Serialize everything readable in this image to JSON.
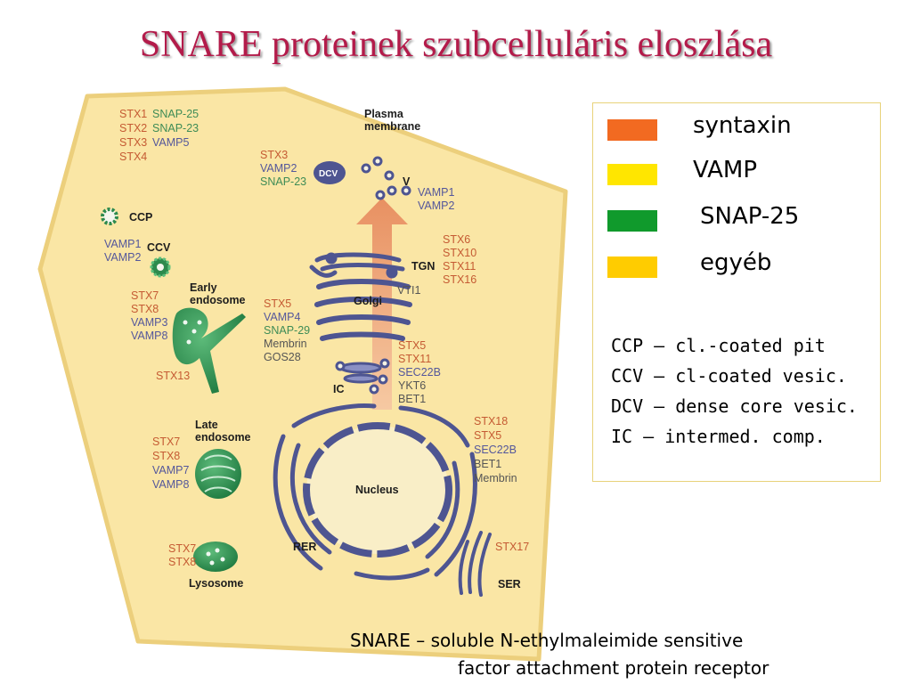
{
  "title": "SNARE proteinek szubcelluláris eloszlása",
  "colors": {
    "syntaxin": "#c55b33",
    "vamp": "#54579b",
    "snap25": "#3e8c56",
    "other": "#555555",
    "cell_fill": "#fae6a5"
  },
  "diagram": {
    "top_left_list": [
      {
        "text": "STX1",
        "cls": "syntaxin"
      },
      {
        "text": "SNAP-25",
        "cls": "snap25"
      },
      {
        "text": "STX2",
        "cls": "syntaxin"
      },
      {
        "text": "SNAP-23",
        "cls": "snap25"
      },
      {
        "text": "STX3",
        "cls": "syntaxin"
      },
      {
        "text": "VAMP5",
        "cls": "vamp"
      },
      {
        "text": "STX4",
        "cls": "syntaxin"
      }
    ],
    "plasma_membrane": [
      "Plasma",
      "membrane"
    ],
    "dcv_group": [
      {
        "text": "STX3",
        "cls": "syntaxin"
      },
      {
        "text": "VAMP2",
        "cls": "vamp"
      },
      {
        "text": "SNAP-23",
        "cls": "snap25"
      }
    ],
    "dcv_label": "DCV",
    "v_label": "V",
    "v_group": [
      {
        "text": "VAMP1",
        "cls": "vamp"
      },
      {
        "text": "VAMP2",
        "cls": "vamp"
      }
    ],
    "ccp_label": "CCP",
    "ccv_label": "CCV",
    "ccv_group": [
      {
        "text": "VAMP1",
        "cls": "vamp"
      },
      {
        "text": "VAMP2",
        "cls": "vamp"
      }
    ],
    "tgn_label": "TGN",
    "tgn_group": [
      {
        "text": "STX6",
        "cls": "syntaxin"
      },
      {
        "text": "STX10",
        "cls": "syntaxin"
      },
      {
        "text": "STX11",
        "cls": "syntaxin"
      },
      {
        "text": "STX16",
        "cls": "syntaxin"
      }
    ],
    "vti1": "VTI1",
    "early_endosome": [
      "Early",
      "endosome"
    ],
    "early_group": [
      {
        "text": "STX7",
        "cls": "syntaxin"
      },
      {
        "text": "STX8",
        "cls": "syntaxin"
      },
      {
        "text": "VAMP3",
        "cls": "vamp"
      },
      {
        "text": "VAMP8",
        "cls": "vamp"
      }
    ],
    "stx13": "STX13",
    "golgi_label": "Golgi",
    "golgi_group": [
      {
        "text": "STX5",
        "cls": "syntaxin"
      },
      {
        "text": "VAMP4",
        "cls": "vamp"
      },
      {
        "text": "SNAP-29",
        "cls": "snap25"
      },
      {
        "text": "Membrin",
        "cls": "other"
      },
      {
        "text": "GOS28",
        "cls": "other"
      }
    ],
    "ic_label": "IC",
    "ic_group": [
      {
        "text": "STX5",
        "cls": "syntaxin"
      },
      {
        "text": "STX11",
        "cls": "syntaxin"
      },
      {
        "text": "SEC22B",
        "cls": "vamp"
      },
      {
        "text": "YKT6",
        "cls": "other"
      },
      {
        "text": "BET1",
        "cls": "other"
      }
    ],
    "late_endosome": [
      "Late",
      "endosome"
    ],
    "late_group": [
      {
        "text": "STX7",
        "cls": "syntaxin"
      },
      {
        "text": "STX8",
        "cls": "syntaxin"
      },
      {
        "text": "VAMP7",
        "cls": "vamp"
      },
      {
        "text": "VAMP8",
        "cls": "vamp"
      }
    ],
    "nucleus_label": "Nucleus",
    "rer_label": "RER",
    "rer_group": [
      {
        "text": "STX18",
        "cls": "syntaxin"
      },
      {
        "text": "STX5",
        "cls": "syntaxin"
      },
      {
        "text": "SEC22B",
        "cls": "vamp"
      },
      {
        "text": "BET1",
        "cls": "other"
      },
      {
        "text": "Membrin",
        "cls": "other"
      }
    ],
    "lysosome_group": [
      {
        "text": "STX7",
        "cls": "syntaxin"
      },
      {
        "text": "STX8",
        "cls": "syntaxin"
      }
    ],
    "lysosome_label": "Lysosome",
    "stx17": "STX17",
    "ser_label": "SER"
  },
  "legend": {
    "items": [
      {
        "label": "syntaxin",
        "color": "#f26a21"
      },
      {
        "label": "VAMP",
        "color": "#ffe600"
      },
      {
        "label": "SNAP-25",
        "color": "#109a2c"
      },
      {
        "label": "egyéb",
        "color": "#ffcc00"
      }
    ],
    "abbreviations": [
      "CCP – cl.-coated pit",
      "CCV – cl-coated vesic.",
      "DCV – dense core vesic.",
      "IC – intermed. comp."
    ]
  },
  "footer": {
    "line1": "SNARE – soluble N-ethylmaleimide sensitive",
    "line2": "factor attachment protein receptor"
  }
}
